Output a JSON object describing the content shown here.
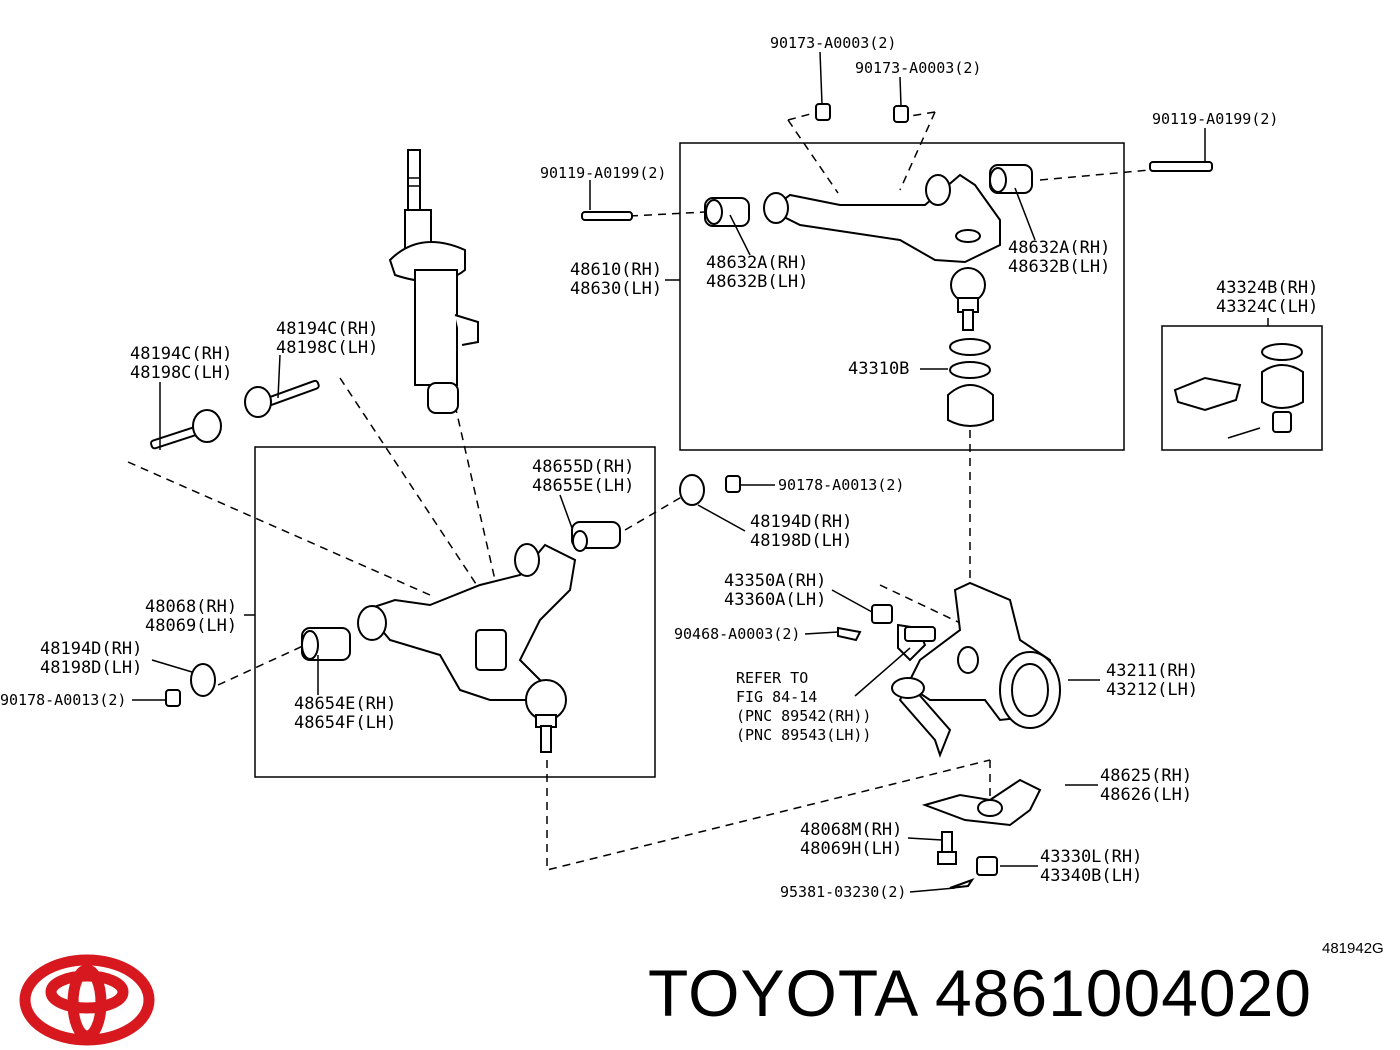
{
  "labels": {
    "nut_upper_a": "90173-A0003(2)",
    "nut_upper_b": "90173-A0003(2)",
    "bolt_upper_right": "90119-A0199(2)",
    "bolt_upper_left": "90119-A0199(2)",
    "upper_arm_rh": "48610(RH)",
    "upper_arm_lh": "48630(LH)",
    "bush_left_rh": "48632A(RH)",
    "bush_left_lh": "48632B(LH)",
    "bush_right_rh": "48632A(RH)",
    "bush_right_lh": "48632B(LH)",
    "ball_joint_upper": "43310B",
    "boot_kit_rh": "43324B(RH)",
    "boot_kit_lh": "43324C(LH)",
    "cam_bolt_upper_rh": "48194C(RH)",
    "cam_bolt_upper_lh": "48198C(LH)",
    "cam_bolt_left_rh": "48194C(RH)",
    "cam_bolt_left_lh": "48198C(LH)",
    "bush_rear_rh": "48655D(RH)",
    "bush_rear_lh": "48655E(LH)",
    "nut_rear": "90178-A0013(2)",
    "cam_plate_rear_rh": "48194D(RH)",
    "cam_plate_rear_lh": "48198D(LH)",
    "lower_arm_rh": "48068(RH)",
    "lower_arm_lh": "48069(LH)",
    "cam_plate_front_rh": "48194D(RH)",
    "cam_plate_front_lh": "48198D(LH)",
    "nut_front": "90178-A0013(2)",
    "bush_front_rh": "48654E(RH)",
    "bush_front_lh": "48654F(LH)",
    "bracket_rh": "43350A(RH)",
    "bracket_lh": "43360A(LH)",
    "clip": "90468-A0003(2)",
    "refer_1": "REFER TO",
    "refer_2": "FIG 84-14",
    "refer_3": "(PNC 89542(RH))",
    "refer_4": "(PNC 89543(LH))",
    "knuckle_rh": "43211(RH)",
    "knuckle_lh": "43212(LH)",
    "lower_joint_rh": "48625(RH)",
    "lower_joint_lh": "48626(LH)",
    "bolt_lower_rh": "48068M(RH)",
    "bolt_lower_lh": "48069H(LH)",
    "nut_lower_rh": "43330L(RH)",
    "nut_lower_lh": "43340B(LH)",
    "cotter_pin": "95381-03230(2)"
  },
  "figure_code": "481942G",
  "brand": {
    "text": "TOYOTA 4861004020",
    "logo_color": "#d7191f"
  }
}
